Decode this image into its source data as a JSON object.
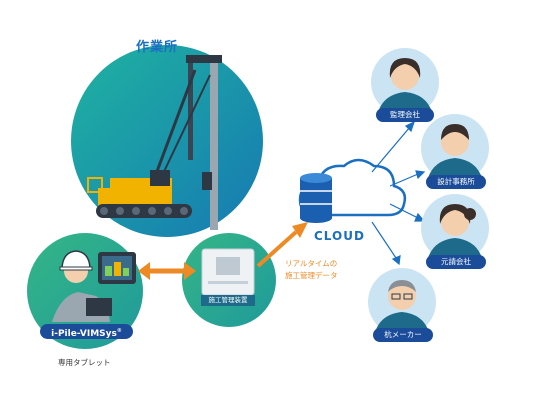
{
  "site_title": "作業所",
  "cloud_label": "CLOUD",
  "data_note_line1": "リアルタイムの",
  "data_note_line2": "施工管理データ",
  "device_label": "施工管理装置",
  "vims_brand": "i-Pile-VIMSys",
  "vims_mark": "®",
  "tablet_label": "専用タブレット",
  "stakeholders": [
    {
      "label": "監理会社"
    },
    {
      "label": "設計事務所"
    },
    {
      "label": "元請会社"
    },
    {
      "label": "杭メーカー"
    }
  ],
  "colors": {
    "primary_blue": "#1a4c9a",
    "accent_orange": "#ee8a24",
    "site_teal": "#1b9a8e",
    "connection_green": "#2ea97f",
    "person_bg": "#cbe4f4"
  }
}
